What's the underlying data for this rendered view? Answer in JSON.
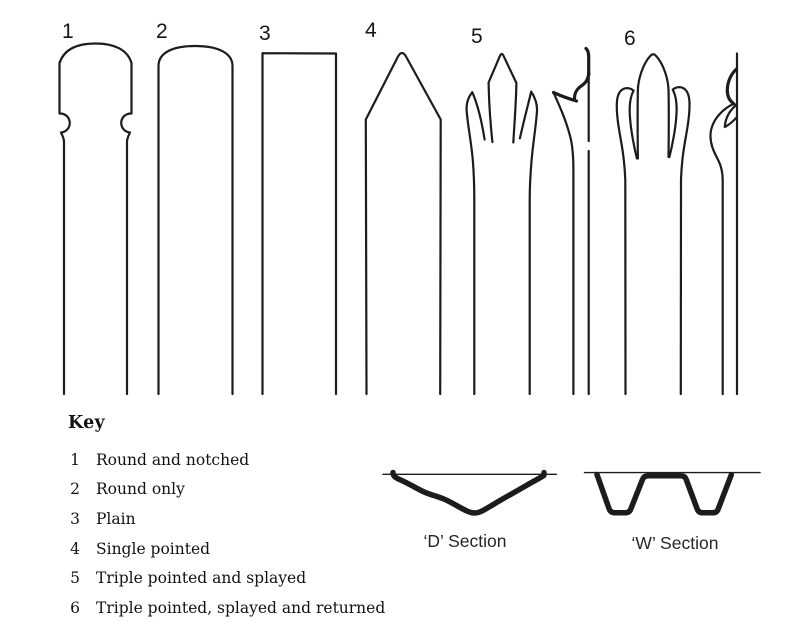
{
  "key": {
    "heading": "Key",
    "items": [
      {
        "number": "1",
        "label": "Round and notched"
      },
      {
        "number": "2",
        "label": "Round only"
      },
      {
        "number": "3",
        "label": "Plain"
      },
      {
        "number": "4",
        "label": "Single pointed"
      },
      {
        "number": "5",
        "label": "Triple pointed and splayed"
      },
      {
        "number": "6",
        "label": "Triple pointed, splayed and returned"
      }
    ]
  },
  "sections": {
    "d": {
      "label": "‘D’ Section"
    },
    "w": {
      "label": "‘W’ Section"
    }
  },
  "colors": {
    "line": "#1c1c1c",
    "text": "#121212",
    "background": "#ffffff"
  }
}
